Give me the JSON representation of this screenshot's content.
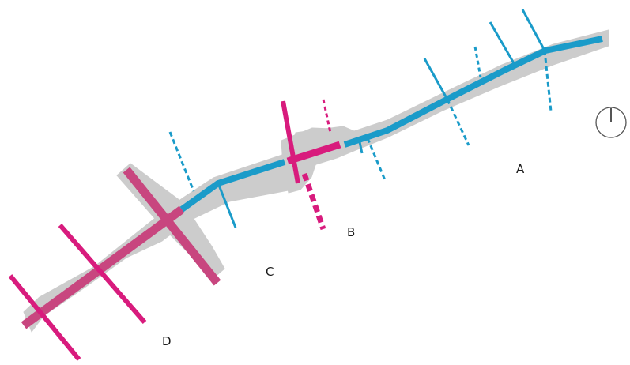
{
  "labels": {
    "a": "A",
    "b": "B",
    "c": "C",
    "d": "D"
  },
  "colors": {
    "blue": "#1a9bc9",
    "magenta": "#d81b7d",
    "dark_magenta": "#c8467f",
    "gray": "#cccccc",
    "compass": "#555555"
  },
  "icons": {
    "north_arrow": "north-arrow-icon"
  }
}
